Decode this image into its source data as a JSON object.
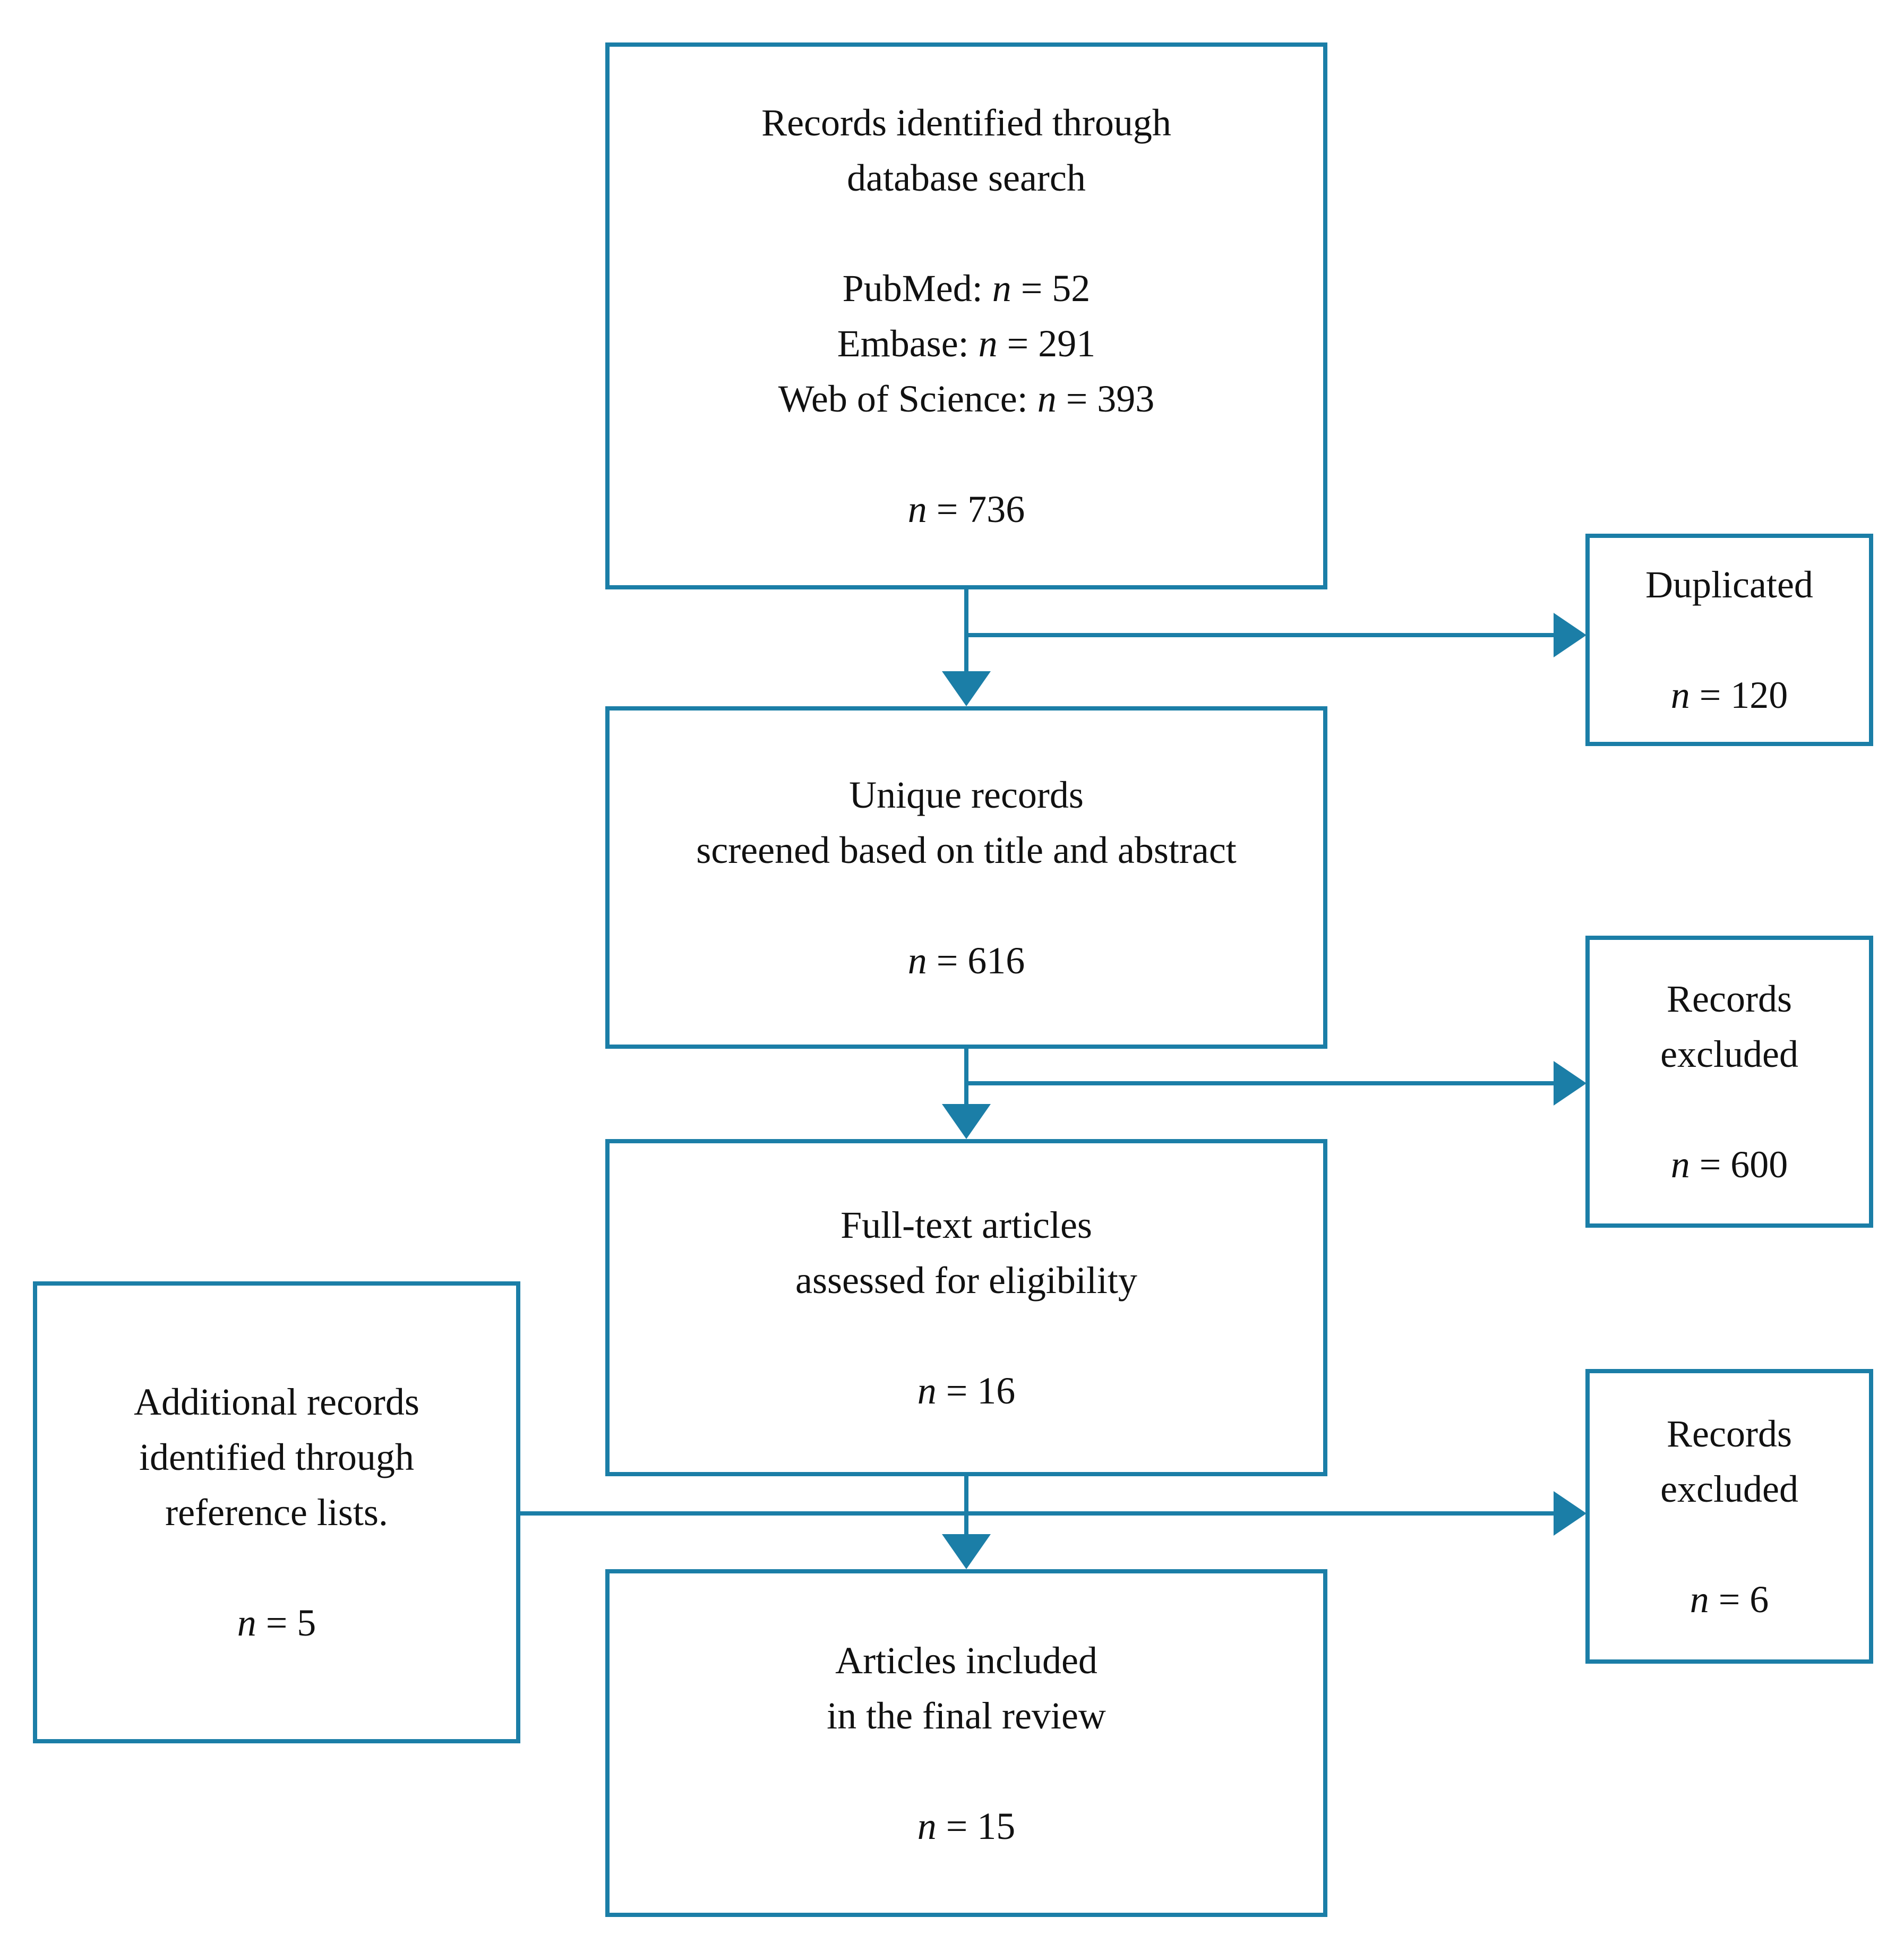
{
  "figure": {
    "type": "prisma-flow-diagram",
    "accent_color": "#1b7ea7",
    "text_color": "#111111",
    "background_color": "#ffffff",
    "boxes": {
      "identification": {
        "title_line1": "Records identified through",
        "title_line2": "database search",
        "sources": [
          {
            "label": "PubMed: ",
            "var": "n",
            "rest": " = 52",
            "value": 52
          },
          {
            "label": "Embase: ",
            "var": "n",
            "rest": " = 291",
            "value": 291
          },
          {
            "label": "Web of Science: ",
            "var": "n",
            "rest": " = 393",
            "value": 393
          }
        ],
        "count": {
          "var": "n",
          "rest": " = 736",
          "value": 736
        }
      },
      "screening": {
        "line1": "Unique records",
        "line2": "screened based on title and abstract",
        "count": {
          "var": "n",
          "rest": " = 616",
          "value": 616
        }
      },
      "eligibility": {
        "line1": "Full-text articles",
        "line2": "assessed for eligibility",
        "count": {
          "var": "n",
          "rest": " = 16",
          "value": 16
        }
      },
      "included": {
        "line1": "Articles included",
        "line2": "in the final review",
        "count": {
          "var": "n",
          "rest": " = 15",
          "value": 15
        }
      },
      "duplicated": {
        "line1": "Duplicated",
        "count": {
          "var": "n",
          "rest": " = 120",
          "value": 120
        }
      },
      "excluded_screening": {
        "line1": "Records",
        "line2": "excluded",
        "count": {
          "var": "n",
          "rest": " = 600",
          "value": 600
        }
      },
      "excluded_eligibility": {
        "line1": "Records",
        "line2": "excluded",
        "count": {
          "var": "n",
          "rest": " = 6",
          "value": 6
        }
      },
      "additional": {
        "line1": "Additional records",
        "line2": "identified through",
        "line3": "reference lists.",
        "count": {
          "var": "n",
          "rest": " = 5",
          "value": 5
        }
      }
    },
    "connectors": [
      {
        "from": "identification",
        "to": "screening"
      },
      {
        "from": "identification",
        "to": "duplicated"
      },
      {
        "from": "screening",
        "to": "eligibility"
      },
      {
        "from": "screening",
        "to": "excluded_screening"
      },
      {
        "from": "eligibility",
        "to": "included"
      },
      {
        "from": "eligibility",
        "to": "excluded_eligibility"
      },
      {
        "from": "additional",
        "to": "included"
      }
    ]
  }
}
